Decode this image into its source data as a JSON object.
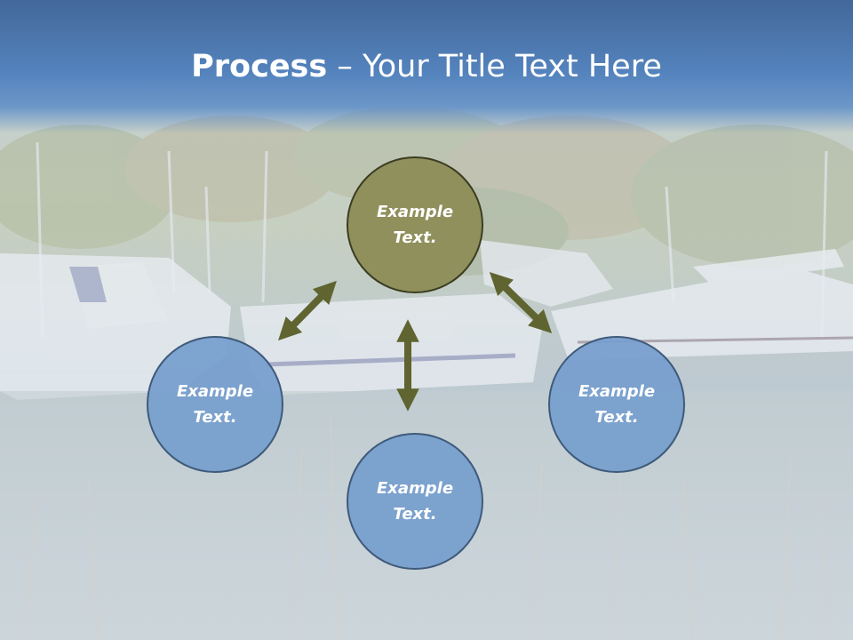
{
  "title": {
    "bold": "Process",
    "rest": " – Your Title Text Here"
  },
  "nodes": {
    "top": {
      "line1": "Example",
      "line2": "Text."
    },
    "left": {
      "line1": "Example",
      "line2": "Text."
    },
    "right": {
      "line1": "Example",
      "line2": "Text."
    },
    "bottom": {
      "line1": "Example",
      "line2": "Text."
    }
  },
  "colors": {
    "title_band": "#4f7cb5",
    "node_top": "#8f905c",
    "node_blue": "#769ece",
    "arrow": "#5f6430",
    "title_text": "#ffffff"
  }
}
